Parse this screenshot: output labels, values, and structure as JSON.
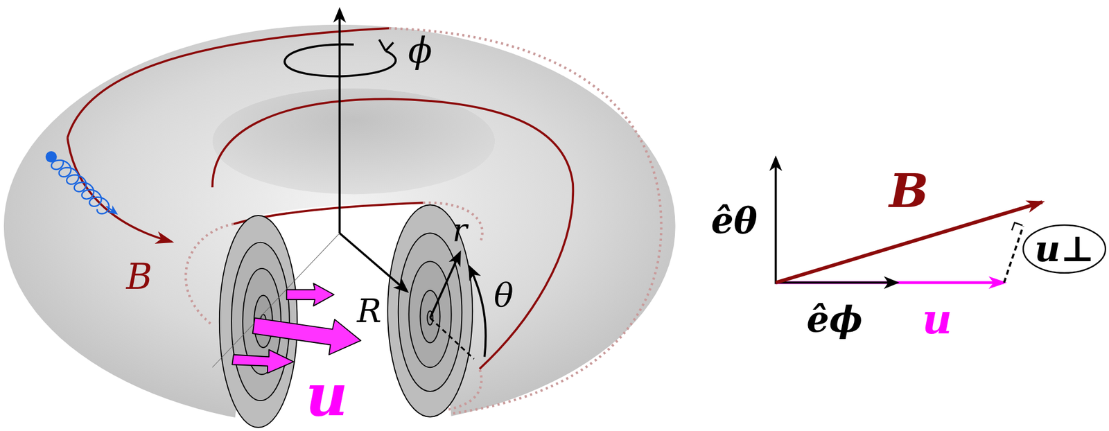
{
  "diagram": {
    "nodes": [
      {
        "text": [
          "u⊥"
        ]
      }
    ],
    "labels": [
      "ϕ",
      "B",
      "R",
      "r",
      "θ",
      "u",
      "êθ",
      "B",
      "êϕ",
      "u"
    ]
  }
}
